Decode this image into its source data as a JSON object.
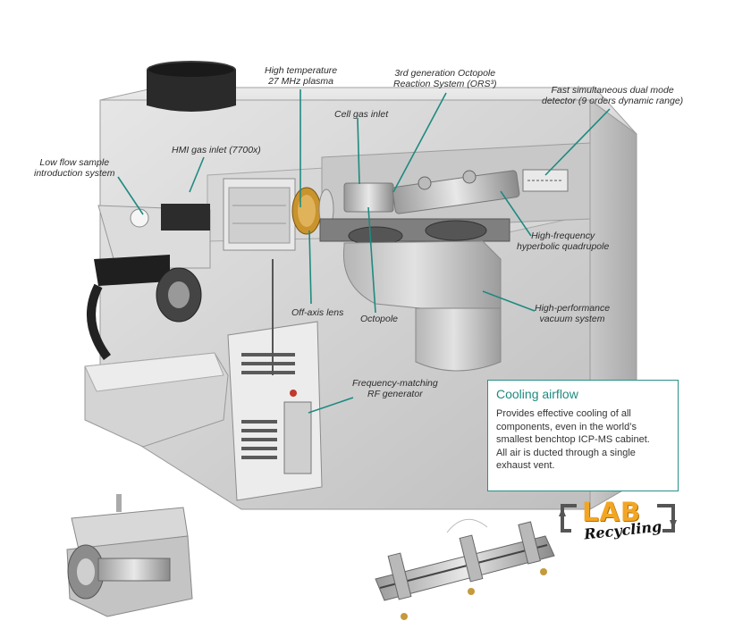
{
  "labels": {
    "high_temp_plasma": [
      "High temperature",
      "27 MHz plasma"
    ],
    "ors": [
      "3rd generation Octopole",
      "Reaction System (ORS³)"
    ],
    "detector": [
      "Fast simultaneous dual mode",
      "detector (9 orders dynamic range)"
    ],
    "cell_gas": [
      "Cell gas inlet"
    ],
    "hmi_gas": [
      "HMI gas inlet (7700x)"
    ],
    "sample_intro": [
      "Low flow sample",
      "introduction system"
    ],
    "quadrupole": [
      "High-frequency",
      "hyperbolic quadrupole"
    ],
    "vacuum": [
      "High-performance",
      "vacuum system"
    ],
    "off_axis": [
      "Off-axis lens"
    ],
    "octopole": [
      "Octopole"
    ],
    "rf_gen": [
      "Frequency-matching",
      "RF generator"
    ]
  },
  "cooling": {
    "title": "Cooling airflow",
    "lines": [
      "Provides effective cooling of all",
      "components, even in the world’s",
      "smallest benchtop ICP-MS cabinet.",
      "All air is ducted through a single",
      "exhaust vent."
    ]
  },
  "logo": {
    "top": "LAB",
    "bottom": "Recycling"
  },
  "colors": {
    "leader": "#1f8a80",
    "accent": "#1f8a80",
    "logo_orange": "#f2a626"
  }
}
